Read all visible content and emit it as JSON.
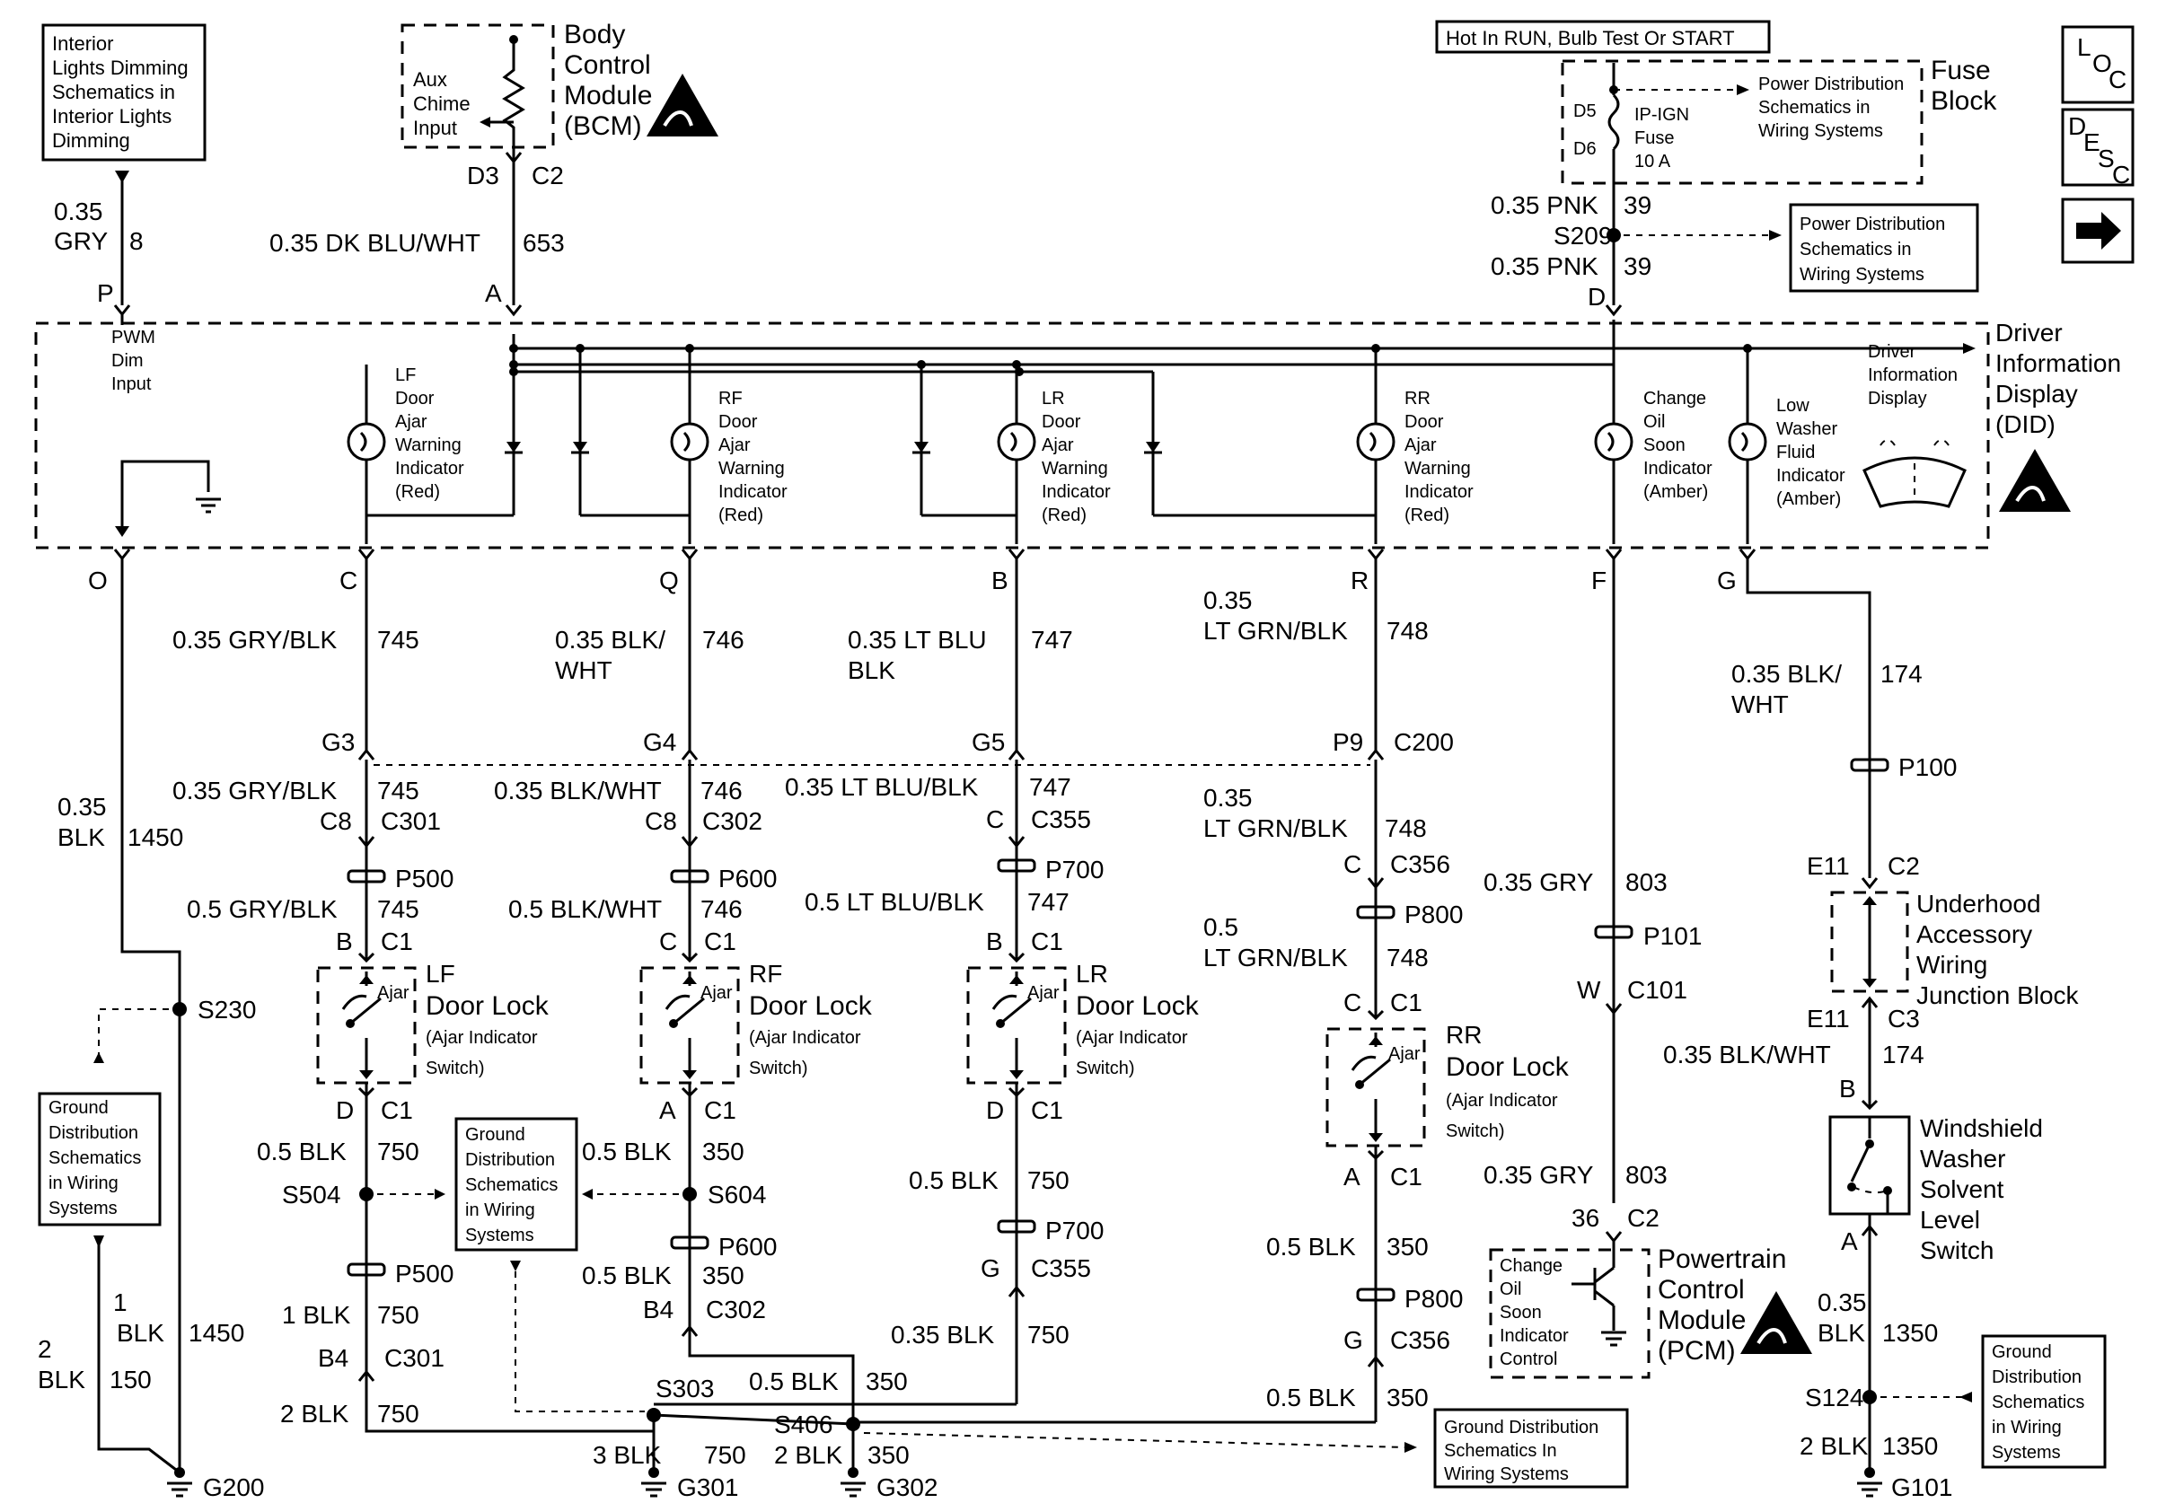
{
  "nav": {
    "loc_label": "L O C",
    "desc_label": "D E S C",
    "next_arrow": "next-arrow-icon"
  },
  "header_note": "Hot In RUN, Bulb Test Or START",
  "fuse_block": {
    "title1": "Fuse",
    "title2": "Block",
    "fuse_name1": "IP-IGN",
    "fuse_name2": "Fuse",
    "fuse_name3": "10 A",
    "pin_in": "D5",
    "pin_out": "D6",
    "ref1": "Power Distribution",
    "ref2": "Schematics in",
    "ref3": "Wiring Systems"
  },
  "power_ref_box": {
    "l1": "Power Distribution",
    "l2": "Schematics in",
    "l3": "Wiring Systems"
  },
  "bcm": {
    "title1": "Body",
    "title2": "Control",
    "title3": "Module",
    "title4": "(BCM)",
    "input1": "Aux",
    "input2": "Chime",
    "input3": "Input",
    "pin1": "D3",
    "pin2": "C2"
  },
  "interior_ref": {
    "l1": "Interior",
    "l2": "Lights Dimming",
    "l3": "Schematics in",
    "l4": "Interior Lights",
    "l5": "Dimming"
  },
  "did": {
    "title1": "Driver",
    "title2": "Information",
    "title3": "Display",
    "title4": "(DID)",
    "pwm1": "PWM",
    "pwm2": "Dim",
    "pwm3": "Input",
    "display1": "Driver",
    "display2": "Information",
    "display3": "Display",
    "lf1": "LF",
    "lf2": "Door",
    "lf3": "Ajar",
    "lf4": "Warning",
    "lf5": "Indicator",
    "lf6": "(Red)",
    "rf1": "RF",
    "rf2": "Door",
    "rf3": "Ajar",
    "rf4": "Warning",
    "rf5": "Indicator",
    "rf6": "(Red)",
    "lr1": "LR",
    "lr2": "Door",
    "lr3": "Ajar",
    "lr4": "Warning",
    "lr5": "Indicator",
    "lr6": "(Red)",
    "rr1": "RR",
    "rr2": "Door",
    "rr3": "Ajar",
    "rr4": "Warning",
    "rr5": "Indicator",
    "rr6": "(Red)",
    "co1": "Change",
    "co2": "Oil",
    "co3": "Soon",
    "co4": "Indicator",
    "co5": "(Amber)",
    "lw1": "Low",
    "lw2": "Washer",
    "lw3": "Fluid",
    "lw4": "Indicator",
    "lw5": "(Amber)"
  },
  "wires": {
    "gry8a": "0.35",
    "gry8b": "GRY",
    "gry8c": "8",
    "pinP": "P",
    "w653": "0.35 DK BLU/WHT",
    "w653n": "653",
    "pinA": "A",
    "pnk1": "0.35 PNK",
    "pnk1n": "39",
    "s209": "S209",
    "pnk2": "0.35 PNK",
    "pnk2n": "39",
    "pinD": "D",
    "pinO": "O",
    "pinC": "C",
    "pinQ": "Q",
    "pinB": "B",
    "pinR": "R",
    "pinF": "F",
    "pinG": "G",
    "w745": "0.35 GRY/BLK",
    "w745n": "745",
    "w746a": "0.35 BLK/",
    "w746b": "WHT",
    "w746n": "746",
    "w747a": "0.35 LT BLU",
    "w747b": "BLK",
    "w747n": "747",
    "w748a": "0.35",
    "w748b": "LT GRN/BLK",
    "w748n": "748",
    "w174a": "0.35 BLK/",
    "w174b": "WHT",
    "w174n": "174",
    "g3": "G3",
    "g4": "G4",
    "g5": "G5",
    "p9": "P9",
    "c200": "C200",
    "w1450a": "0.35",
    "w1450b": "BLK",
    "w1450n": "1450",
    "r745": "0.35 GRY/BLK",
    "r745n": "745",
    "r746": "0.35 BLK/WHT",
    "r746n": "746",
    "r747": "0.35 LT BLU/BLK",
    "r747n": "747",
    "r748a": "0.35",
    "r748b": "LT GRN/BLK",
    "r748n": "748",
    "c8a": "C8",
    "c301a": "C301",
    "c8b": "C8",
    "c302a": "C302",
    "cC": "C",
    "c355a": "C355",
    "cC2": "C",
    "c356a": "C356",
    "p500a": "P500",
    "p600a": "P600",
    "p700a": "P700",
    "p800a": "P800",
    "p100": "P100",
    "q745": "0.5 GRY/BLK",
    "q745n": "745",
    "q746": "0.5 BLK/WHT",
    "q746n": "746",
    "q747": "0.5 LT BLU/BLK",
    "q747n": "747",
    "q748a": "0.5",
    "q748b": "LT GRN/BLK",
    "q748n": "748",
    "lfB": "B",
    "lfC1": "C1",
    "rfC": "C",
    "rfC1": "C1",
    "lrB": "B",
    "lrC1": "C1",
    "rrC": "C",
    "rrC1": "C1",
    "e11a": "E11",
    "c2a": "C2",
    "gry803a": "0.35 GRY",
    "n803a": "803",
    "p101": "P101",
    "pW": "W",
    "c101": "C101",
    "e11b": "E11",
    "c3": "C3",
    "w174c": "0.35 BLK/WHT",
    "w174cn": "174",
    "wsB": "B"
  },
  "locks": {
    "lf1": "LF",
    "lf2": "Door Lock",
    "lf3": "(Ajar Indicator",
    "lf4": "Switch)",
    "rf1": "RF",
    "rf2": "Door Lock",
    "rf3": "(Ajar Indicator",
    "rf4": "Switch)",
    "lr1": "LR",
    "lr2": "Door Lock",
    "lr3": "(Ajar Indicator",
    "lr4": "Switch)",
    "rr1": "RR",
    "rr2": "Door Lock",
    "rr3": "(Ajar Indicator",
    "rr4": "Switch)",
    "ajar": "Ajar"
  },
  "underhood": {
    "l1": "Underhood",
    "l2": "Accessory",
    "l3": "Wiring",
    "l4": "Junction Block"
  },
  "washer": {
    "l1": "Windshield",
    "l2": "Washer",
    "l3": "Solvent",
    "l4": "Level",
    "l5": "Switch"
  },
  "pcm": {
    "l1": "Powertrain",
    "l2": "Control",
    "l3": "Module",
    "l4": "(PCM)",
    "c1": "Change",
    "c2": "Oil",
    "c3": "Soon",
    "c4": "Indicator",
    "c5": "Control",
    "pin": "36",
    "conn": "C2"
  },
  "lower": {
    "lfD": "D",
    "lfC1": "C1",
    "rfA": "A",
    "rfC1": "C1",
    "lrD": "D",
    "lrC1": "C1",
    "rrA": "A",
    "rrC1": "C1",
    "lf750": "0.5 BLK",
    "lf750n": "750",
    "s504": "S504",
    "p500b": "P500",
    "lf1blk": "1 BLK",
    "lf1n": "750",
    "b4a": "B4",
    "c301b": "C301",
    "lf2blk": "2 BLK",
    "lf2n": "750",
    "rf350": "0.5 BLK",
    "rf350n": "350",
    "s604": "S604",
    "p600b": "P600",
    "rf350b": "0.5 BLK",
    "rf350bn": "350",
    "b4b": "B4",
    "c302b": "C302",
    "lr750": "0.5 BLK",
    "lr750n": "750",
    "p700b": "P700",
    "gG": "G",
    "c355b": "C355",
    "lr750b": "0.35 BLK",
    "lr750bn": "750",
    "s303": "S303",
    "s303w": "0.5 BLK",
    "s303wn": "350",
    "s406": "S406",
    "g301w": "3 BLK",
    "g301wn": "750",
    "g302w": "2 BLK",
    "g302wn": "350",
    "g301": "G301",
    "g302": "G302",
    "rr350": "0.5 BLK",
    "rr350n": "350",
    "p800b": "P800",
    "rrG": "G",
    "c356b": "C356",
    "rr350b": "0.5 BLK",
    "rr350bn": "350",
    "gry803b": "0.35 GRY",
    "n803b": "803",
    "s230": "S230",
    "g200a": "1",
    "g200b": "BLK",
    "g200bn": "1450",
    "g200c": "2",
    "g200d": "BLK",
    "g200dn": "150",
    "g200": "G200",
    "wsA": "A",
    "w1350a": "0.35",
    "w1350b": "BLK",
    "w1350n": "1350",
    "s124": "S124",
    "w1350c": "2 BLK",
    "w1350cn": "1350",
    "g101": "G101"
  },
  "ground_refs": {
    "a1": "Ground",
    "a2": "Distribution",
    "a3": "Schematics",
    "a4": "in Wiring",
    "a5": "Systems",
    "b1": "Ground",
    "b2": "Distribution",
    "b3": "Schematics",
    "b4": "in Wiring",
    "b5": "Systems",
    "c1": "Ground Distribution",
    "c2": "Schematics In",
    "c3": "Wiring Systems",
    "d1": "Ground",
    "d2": "Distribution",
    "d3": "Schematics",
    "d4": "in Wiring",
    "d5": "Systems"
  }
}
